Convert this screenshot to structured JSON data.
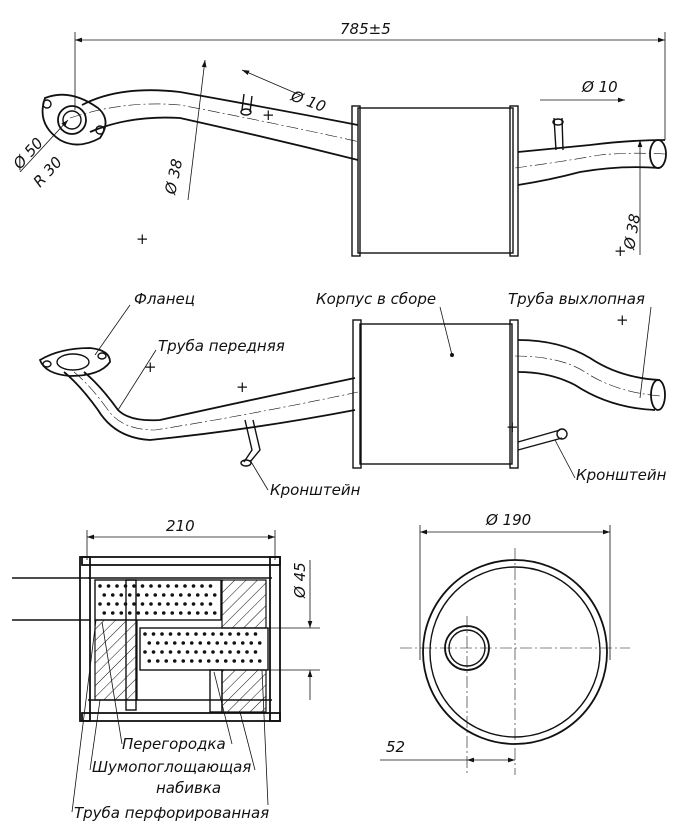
{
  "dimensions": {
    "overall_length": "785±5",
    "flange_diameter": "Ø 50",
    "flange_radius": "R 30",
    "front_pipe_diameter": "Ø 38",
    "bracket_front_diameter": "Ø 10",
    "bracket_rear_diameter": "Ø 10",
    "outlet_pipe_diameter": "Ø 38",
    "body_length": "210",
    "inner_pipe_diameter": "Ø 45",
    "body_diameter": "Ø 190",
    "pipe_offset": "52"
  },
  "labels": {
    "flange": "Фланец",
    "front_pipe": "Труба передняя",
    "body_assembly": "Корпус в сборе",
    "exhaust_pipe": "Труба выхлопная",
    "bracket_left": "Кронштейн",
    "bracket_right": "Кронштейн",
    "partition": "Перегородка",
    "absorbing_fill_1": "Шумопоглощающая",
    "absorbing_fill_2": "набивка",
    "perforated_pipe": "Труба перфорированная"
  }
}
